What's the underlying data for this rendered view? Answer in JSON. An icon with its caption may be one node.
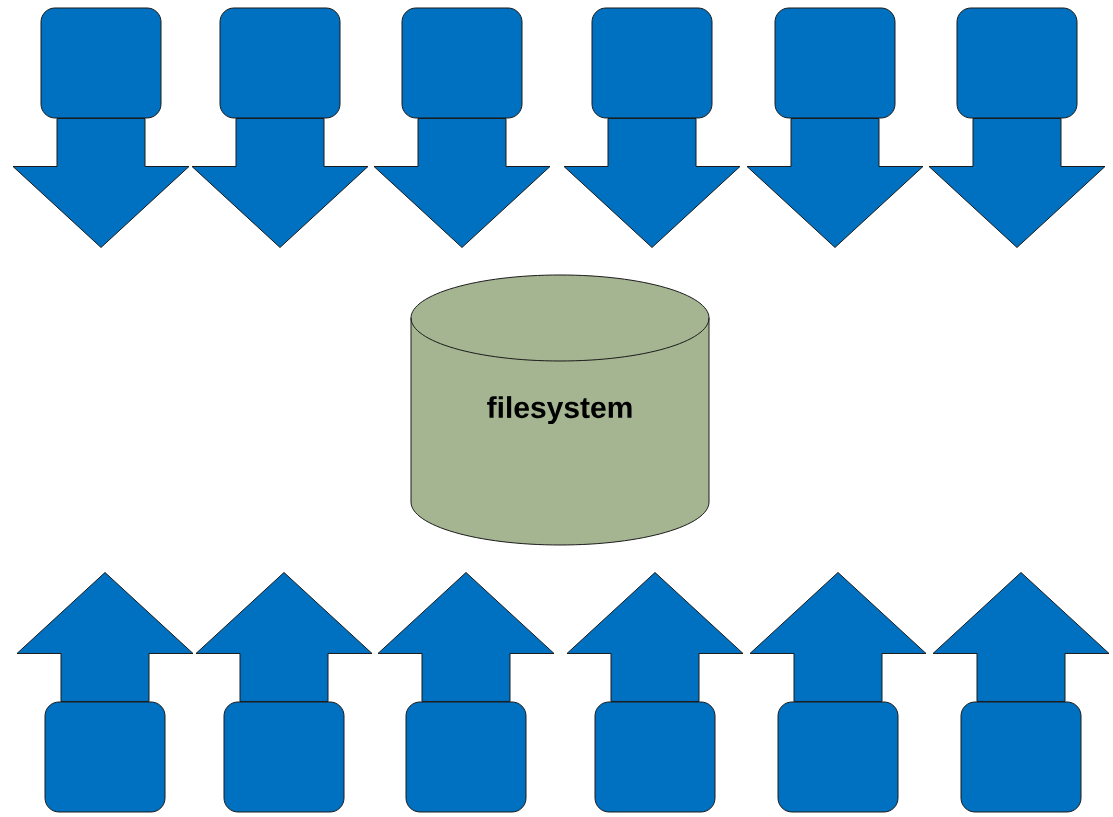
{
  "diagram": {
    "nodes": [
      {
        "text": [],
        "shape": "box"
      },
      {
        "text": [],
        "shape": "box"
      },
      {
        "text": [],
        "shape": "box"
      },
      {
        "text": [],
        "shape": "box"
      },
      {
        "text": [],
        "shape": "box"
      },
      {
        "text": [],
        "shape": "box"
      },
      {
        "text": [
          "filesystem"
        ]
      },
      {
        "text": [],
        "shape": "box"
      },
      {
        "text": [],
        "shape": "box"
      },
      {
        "text": [],
        "shape": "box"
      },
      {
        "text": [],
        "shape": "box"
      },
      {
        "text": [],
        "shape": "box"
      },
      {
        "text": [],
        "shape": "box"
      }
    ],
    "edges": [
      {
        "from": 0,
        "to": null,
        "arrow": "to"
      },
      {
        "from": 1,
        "to": null,
        "arrow": "to"
      },
      {
        "from": 2,
        "to": null,
        "arrow": "to"
      },
      {
        "from": 3,
        "to": null,
        "arrow": "to"
      },
      {
        "from": 4,
        "to": null,
        "arrow": "to"
      },
      {
        "from": 5,
        "to": null,
        "arrow": "to"
      },
      {
        "from": 7,
        "to": null,
        "arrow": "to"
      },
      {
        "from": 8,
        "to": null,
        "arrow": "to"
      },
      {
        "from": 9,
        "to": null,
        "arrow": "to"
      },
      {
        "from": 10,
        "to": null,
        "arrow": "to"
      },
      {
        "from": 11,
        "to": null,
        "arrow": "to"
      },
      {
        "from": 12,
        "to": null,
        "arrow": "to"
      }
    ]
  }
}
